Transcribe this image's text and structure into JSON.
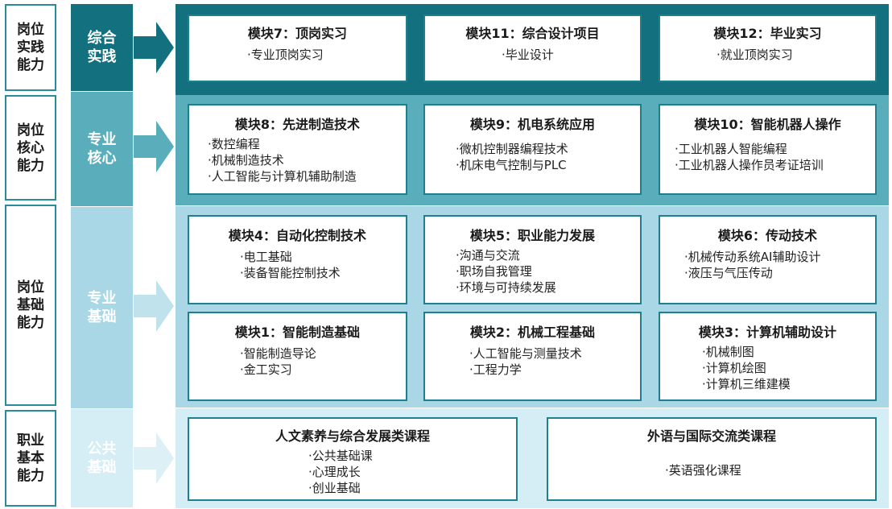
{
  "rows": [
    {
      "ability": "岗位实践能力",
      "category": "综合实践",
      "modules": [
        {
          "title": "模块7：顶岗实习",
          "items": [
            "·专业顶岗实习"
          ]
        },
        {
          "title": "模块11：综合设计项目",
          "items": [
            "·毕业设计"
          ]
        },
        {
          "title": "模块12：毕业实习",
          "items": [
            "·就业顶岗实习"
          ]
        }
      ]
    },
    {
      "ability": "岗位核心能力",
      "category": "专业核心",
      "modules": [
        {
          "title": "模块8：先进制造技术",
          "items": [
            "·数控编程",
            "·机械制造技术",
            "·人工智能与计算机辅助制造"
          ]
        },
        {
          "title": "模块9：机电系统应用",
          "items": [
            "·微机控制器编程技术",
            "·机床电气控制与PLC"
          ]
        },
        {
          "title": "模块10：智能机器人操作",
          "items": [
            "·工业机器人智能编程",
            "·工业机器人操作员考证培训"
          ]
        }
      ]
    },
    {
      "ability": "岗位基础能力",
      "category": "专业基础",
      "modules": [
        {
          "title": "模块4：自动化控制技术",
          "items": [
            "·电工基础",
            "·装备智能控制技术"
          ]
        },
        {
          "title": "模块5：职业能力发展",
          "items": [
            "·沟通与交流",
            "·职场自我管理",
            "·环境与可持续发展"
          ]
        },
        {
          "title": "模块6：传动技术",
          "items": [
            "·机械传动系统AI辅助设计",
            "·液压与气压传动"
          ]
        },
        {
          "title": "模块1：智能制造基础",
          "items": [
            "·智能制造导论",
            "·金工实习"
          ]
        },
        {
          "title": "模块2：机械工程基础",
          "items": [
            "·人工智能与测量技术",
            "·工程力学"
          ]
        },
        {
          "title": "模块3：计算机辅助设计",
          "items": [
            "·机械制图",
            "·计算机绘图",
            "·计算机三维建模"
          ]
        }
      ]
    },
    {
      "ability": "职业基本能力",
      "category": "公共基础",
      "modules": [
        {
          "title": "人文素养与综合发展类课程",
          "items": [
            "·公共基础课",
            "·心理成长",
            "·创业基础"
          ]
        },
        {
          "title": "外语与国际交流类课程",
          "items": [
            "·英语强化课程"
          ]
        }
      ]
    }
  ],
  "colors": {
    "dark_teal": "#12707f",
    "mid_teal": "#5aaebb",
    "light_blue": "#a9d7e5",
    "pale_blue": "#d5edf4",
    "border": "#1e7f8f"
  }
}
